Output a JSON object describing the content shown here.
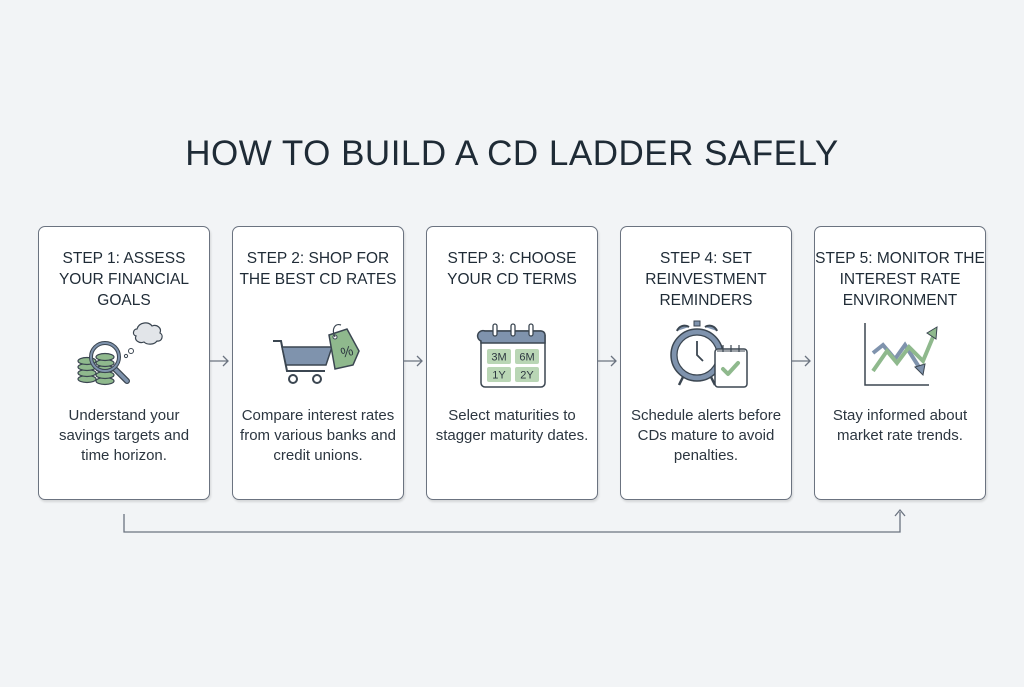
{
  "title": "HOW TO BUILD A CD LADDER SAFELY",
  "steps": [
    {
      "heading": "STEP 1: ASSESS YOUR FINANCIAL GOALS",
      "text": "Understand your savings targets and time horizon.",
      "icon": "coins-magnifier-icon"
    },
    {
      "heading": "STEP 2: SHOP FOR THE BEST CD RATES",
      "text": "Compare interest rates from various banks and credit unions.",
      "icon": "shopping-cart-tag-icon",
      "tag_label": "%"
    },
    {
      "heading": "STEP 3: CHOOSE YOUR CD TERMS",
      "text": "Select maturities to stagger maturity dates.",
      "icon": "calendar-terms-icon",
      "terms": [
        "3M",
        "6M",
        "1Y",
        "2Y"
      ]
    },
    {
      "heading": "STEP 4: SET REINVESTMENT REMINDERS",
      "text": "Schedule alerts before CDs mature to avoid penalties.",
      "icon": "alarm-clock-calendar-icon"
    },
    {
      "heading": "STEP 5: MONITOR THE INTEREST RATE ENVIRONMENT",
      "text": "Stay informed about market rate trends.",
      "icon": "trend-chart-icon"
    }
  ],
  "colors": {
    "green": "#8fb98d",
    "blue": "#7f93ad",
    "outline": "#3b4651"
  }
}
